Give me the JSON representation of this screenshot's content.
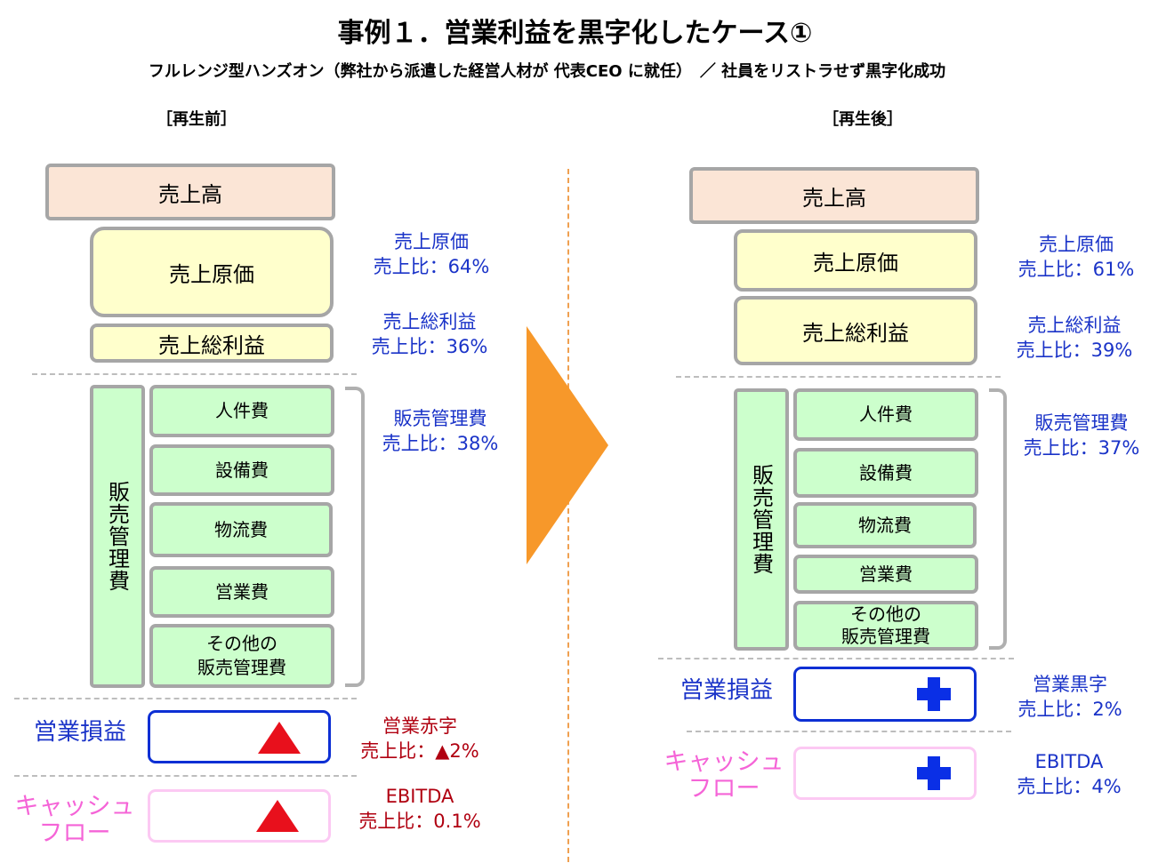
{
  "title": "事例１．営業利益を黒字化したケース①",
  "subtitle": "フルレンジ型ハンズオン（弊社から派遣した経営人材が 代表CEO に就任）　／ 社員をリストラせず黒字化成功",
  "before": {
    "label": "［再生前］",
    "sales": "売上高",
    "cogs": "売上原価",
    "gross_profit": "売上総利益",
    "sga": "販売管理費",
    "sga_items": [
      "人件費",
      "設備費",
      "物流費",
      "営業費",
      "その他の\n販売管理費"
    ],
    "cogs_note": [
      "売上原価",
      "売上比：64%"
    ],
    "gross_note": [
      "売上総利益",
      "売上比：36%"
    ],
    "sga_note": [
      "販売管理費",
      "売上比：38%"
    ],
    "op_label": "営業損益",
    "op_note": [
      "営業赤字",
      "売上比：▲2%"
    ],
    "op_icon": "red-triangle-icon",
    "cf_label": "キャッシュ\nフロー",
    "cf_note": [
      "EBITDA",
      "売上比：0.1%"
    ],
    "cf_icon": "red-triangle-icon"
  },
  "after": {
    "label": "［再生後］",
    "sales": "売上高",
    "cogs": "売上原価",
    "gross_profit": "売上総利益",
    "sga": "販売管理費",
    "sga_items": [
      "人件費",
      "設備費",
      "物流費",
      "営業費",
      "その他の\n販売管理費"
    ],
    "cogs_note": [
      "売上原価",
      "売上比：61%"
    ],
    "gross_note": [
      "売上総利益",
      "売上比：39%"
    ],
    "sga_note": [
      "販売管理費",
      "売上比：37%"
    ],
    "op_label": "営業損益",
    "op_note": [
      "営業黒字",
      "売上比：2%"
    ],
    "op_icon": "blue-plus-icon",
    "cf_label": "キャッシュ\nフロー",
    "cf_note": [
      "EBITDA",
      "売上比：4%"
    ],
    "cf_icon": "blue-plus-icon"
  },
  "colors": {
    "sales_fill": "#fbe5d6",
    "cogs_fill": "#ffffcc",
    "sga_fill": "#ccffcc",
    "box_border": "#a6a6a6",
    "note_blue": "#1a33c8",
    "note_red": "#b00010",
    "pink": "#f564d7",
    "arrow_orange": "#f7982a",
    "triangle_red": "#e8101c",
    "plus_blue": "#0a2fe6"
  }
}
